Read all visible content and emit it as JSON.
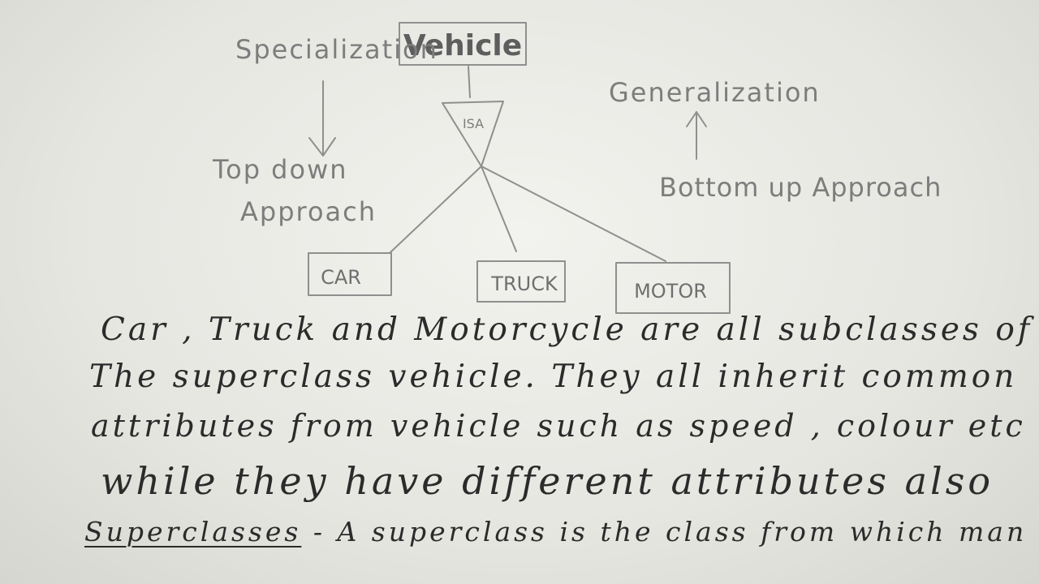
{
  "diagram": {
    "root": "Vehicle",
    "isa": "ISA",
    "children": [
      "CAR",
      "TRUCK",
      "MOTOR"
    ],
    "left_note": {
      "title": "Specialization",
      "approach_line1": "Top down",
      "approach_line2": "Approach"
    },
    "right_note": {
      "title": "Generalization",
      "approach": "Bottom up Approach"
    }
  },
  "text": {
    "line1": "Car , Truck and Motorcycle are all subclasses of",
    "line2": "The superclass vehicle. They all inherit common",
    "line3": "attributes from vehicle such as speed , colour etc",
    "line4": "while they have different attributes also",
    "line5_term": "Superclasses",
    "line5_rest": " - A superclass is the class from which man"
  }
}
